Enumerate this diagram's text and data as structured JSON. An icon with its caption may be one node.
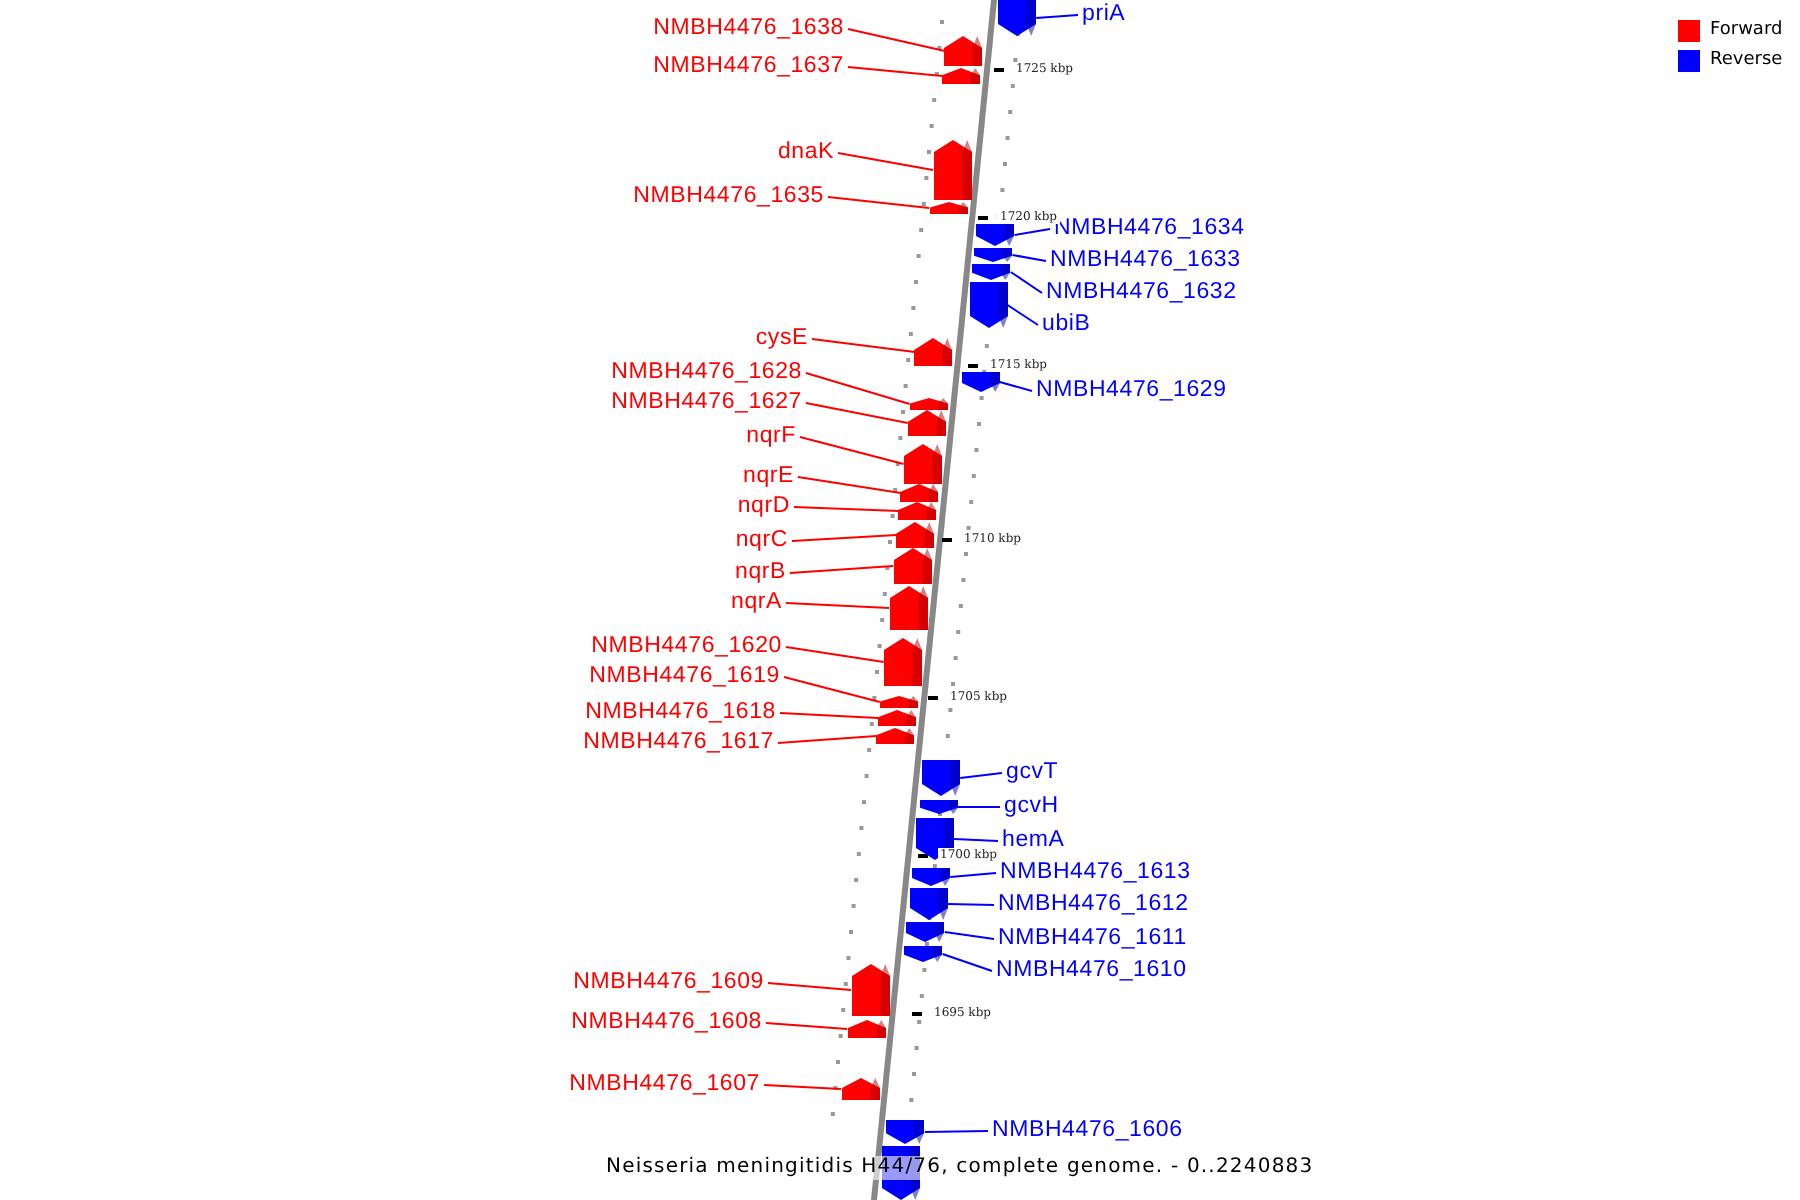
{
  "diagram": {
    "caption": "Neisseria meningitidis H44/76, complete genome. - 0..2240883",
    "nodes": [
      {
        "text": [
          "priA"
        ]
      },
      {
        "text": [],
        "shape": "pentagon"
      },
      {
        "text": [
          "NMBH4476_1638"
        ]
      },
      {
        "text": [],
        "shape": "pentagon"
      },
      {
        "text": [
          "NMBH4476_1637"
        ]
      },
      {
        "text": [],
        "shape": "pentagon"
      },
      {
        "text": [
          "dnaK"
        ]
      },
      {
        "text": [],
        "shape": "pentagon"
      },
      {
        "text": [
          "NMBH4476_1635"
        ]
      },
      {
        "text": [],
        "shape": "pentagon"
      },
      {
        "text": [
          "NMBH4476_1634"
        ]
      },
      {
        "text": [],
        "shape": "pentagon"
      },
      {
        "text": [
          "NMBH4476_1633"
        ]
      },
      {
        "text": [],
        "shape": "pentagon"
      },
      {
        "text": [
          "NMBH4476_1632"
        ]
      },
      {
        "text": [],
        "shape": "pentagon"
      },
      {
        "text": [
          "ubiB"
        ]
      },
      {
        "text": [],
        "shape": "pentagon"
      },
      {
        "text": [
          "cysE"
        ]
      },
      {
        "text": [],
        "shape": "pentagon"
      },
      {
        "text": [
          "NMBH4476_1628"
        ]
      },
      {
        "text": [],
        "shape": "pentagon"
      },
      {
        "text": [
          "NMBH4476_1629"
        ]
      },
      {
        "text": [],
        "shape": "pentagon"
      },
      {
        "text": [
          "NMBH4476_1627"
        ]
      },
      {
        "text": [],
        "shape": "pentagon"
      },
      {
        "text": [
          "nqrF"
        ]
      },
      {
        "text": [],
        "shape": "pentagon"
      },
      {
        "text": [
          "nqrE"
        ]
      },
      {
        "text": [],
        "shape": "pentagon"
      },
      {
        "text": [
          "nqrD"
        ]
      },
      {
        "text": [],
        "shape": "pentagon"
      },
      {
        "text": [
          "nqrC"
        ]
      },
      {
        "text": [],
        "shape": "pentagon"
      },
      {
        "text": [
          "nqrB"
        ]
      },
      {
        "text": [],
        "shape": "pentagon"
      },
      {
        "text": [
          "nqrA"
        ]
      },
      {
        "text": [],
        "shape": "pentagon"
      },
      {
        "text": [
          "NMBH4476_1620"
        ]
      },
      {
        "text": [],
        "shape": "pentagon"
      },
      {
        "text": [
          "NMBH4476_1619"
        ]
      },
      {
        "text": [],
        "shape": "pentagon"
      },
      {
        "text": [
          "NMBH4476_1618"
        ]
      },
      {
        "text": [],
        "shape": "pentagon"
      },
      {
        "text": [
          "NMBH4476_1617"
        ]
      },
      {
        "text": [],
        "shape": "pentagon"
      },
      {
        "text": [
          "gcvT"
        ]
      },
      {
        "text": [],
        "shape": "pentagon"
      },
      {
        "text": [
          "gcvH"
        ]
      },
      {
        "text": [],
        "shape": "pentagon"
      },
      {
        "text": [
          "hemA"
        ]
      },
      {
        "text": [],
        "shape": "pentagon"
      },
      {
        "text": [
          "NMBH4476_1613"
        ]
      },
      {
        "text": [],
        "shape": "pentagon"
      },
      {
        "text": [
          "NMBH4476_1612"
        ]
      },
      {
        "text": [],
        "shape": "pentagon"
      },
      {
        "text": [
          "NMBH4476_1611"
        ]
      },
      {
        "text": [],
        "shape": "pentagon"
      },
      {
        "text": [
          "NMBH4476_1610"
        ]
      },
      {
        "text": [],
        "shape": "pentagon"
      },
      {
        "text": [
          "NMBH4476_1609"
        ]
      },
      {
        "text": [],
        "shape": "pentagon"
      },
      {
        "text": [
          "NMBH4476_1608"
        ]
      },
      {
        "text": [],
        "shape": "pentagon"
      },
      {
        "text": [
          "NMBH4476_1607"
        ]
      },
      {
        "text": [],
        "shape": "pentagon"
      },
      {
        "text": [
          "NMBH4476_1606"
        ]
      },
      {
        "text": [],
        "shape": "pentagon"
      },
      {
        "text": [],
        "shape": "pentagon"
      }
    ],
    "edges": [
      {
        "from": 0,
        "to": 1,
        "arrow": "none",
        "color": "#0000ff"
      },
      {
        "from": 2,
        "to": 3,
        "arrow": "none"
      },
      {
        "from": 4,
        "to": 5,
        "arrow": "none"
      },
      {
        "from": 6,
        "to": 7,
        "arrow": "none"
      },
      {
        "from": 8,
        "to": 9,
        "arrow": "none"
      },
      {
        "from": 10,
        "to": 11,
        "arrow": "none",
        "color": "#0000ff"
      },
      {
        "from": 12,
        "to": 13,
        "arrow": "none",
        "color": "#0000ff"
      },
      {
        "from": 14,
        "to": 15,
        "arrow": "none",
        "color": "#0000ff"
      },
      {
        "from": 16,
        "to": 17,
        "arrow": "none",
        "color": "#0000ff"
      },
      {
        "from": 18,
        "to": 19,
        "arrow": "none"
      },
      {
        "from": 20,
        "to": 21,
        "arrow": "none"
      },
      {
        "from": 22,
        "to": 23,
        "arrow": "none",
        "color": "#0000ff"
      },
      {
        "from": 24,
        "to": 25,
        "arrow": "none"
      },
      {
        "from": 26,
        "to": 27,
        "arrow": "none"
      },
      {
        "from": 28,
        "to": 29,
        "arrow": "none"
      },
      {
        "from": 30,
        "to": 31,
        "arrow": "none"
      },
      {
        "from": 32,
        "to": 33,
        "arrow": "none"
      },
      {
        "from": 34,
        "to": 35,
        "arrow": "none"
      },
      {
        "from": 36,
        "to": 37,
        "arrow": "none"
      },
      {
        "from": 38,
        "to": 39,
        "arrow": "none"
      },
      {
        "from": 40,
        "to": 41,
        "arrow": "none"
      },
      {
        "from": 42,
        "to": 43,
        "arrow": "none"
      },
      {
        "from": 44,
        "to": 45,
        "arrow": "none"
      },
      {
        "from": 46,
        "to": 47,
        "arrow": "none",
        "color": "#0000ff"
      },
      {
        "from": 48,
        "to": 49,
        "arrow": "none",
        "color": "#0000ff"
      },
      {
        "from": 50,
        "to": 51,
        "arrow": "none",
        "color": "#0000ff"
      },
      {
        "from": 52,
        "to": 53,
        "arrow": "none",
        "color": "#0000ff"
      },
      {
        "from": 54,
        "to": 55,
        "arrow": "none",
        "color": "#0000ff"
      },
      {
        "from": 56,
        "to": 57,
        "arrow": "none",
        "color": "#0000ff"
      },
      {
        "from": 58,
        "to": 59,
        "arrow": "none",
        "color": "#0000ff"
      },
      {
        "from": 60,
        "to": 61,
        "arrow": "none"
      },
      {
        "from": 62,
        "to": 63,
        "arrow": "none"
      },
      {
        "from": 64,
        "to": 65,
        "arrow": "none"
      },
      {
        "from": 66,
        "to": 67,
        "arrow": "none",
        "color": "#0000ff"
      }
    ],
    "labels": [
      "1725 kbp",
      "1720 kbp",
      "1715 kbp",
      "1710 kbp",
      "1705 kbp",
      "1700 kbp",
      "1695 kbp"
    ],
    "legend": [
      {
        "text": "Forward",
        "color": "#ff0000"
      },
      {
        "text": "Reverse",
        "color": "#0000ff"
      }
    ]
  }
}
